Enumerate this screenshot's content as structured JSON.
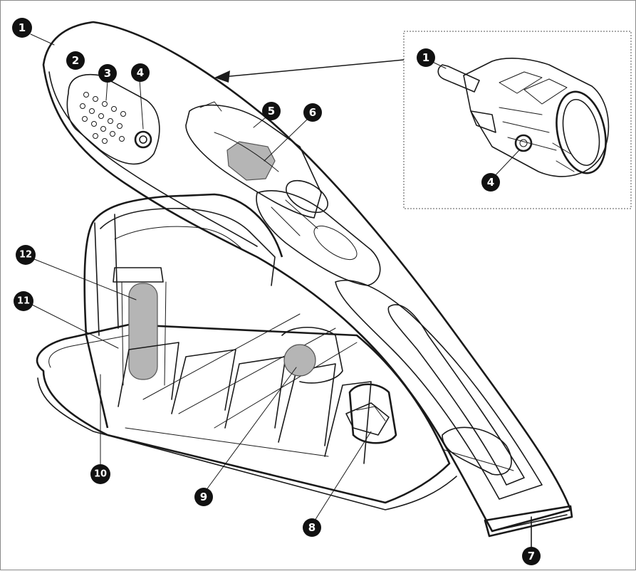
{
  "callouts": [
    {
      "id": "c1-main",
      "label": "1"
    },
    {
      "id": "c2",
      "label": "2"
    },
    {
      "id": "c3",
      "label": "3"
    },
    {
      "id": "c4-main",
      "label": "4"
    },
    {
      "id": "c5",
      "label": "5"
    },
    {
      "id": "c6",
      "label": "6"
    },
    {
      "id": "c7",
      "label": "7"
    },
    {
      "id": "c8",
      "label": "8"
    },
    {
      "id": "c9",
      "label": "9"
    },
    {
      "id": "c10",
      "label": "10"
    },
    {
      "id": "c11",
      "label": "11"
    },
    {
      "id": "c12",
      "label": "12"
    },
    {
      "id": "c1-inset",
      "label": "1"
    },
    {
      "id": "c4-inset",
      "label": "4"
    }
  ],
  "colors": {
    "outline": "#1a1a1a",
    "highlight": "#b5b5b5",
    "callout_fill": "#111111",
    "frame": "#8a8a8a"
  }
}
